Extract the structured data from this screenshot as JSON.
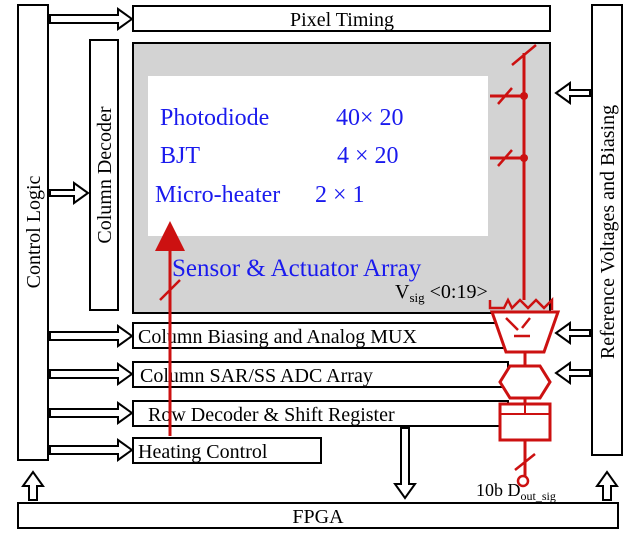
{
  "blocks": {
    "control_logic": "Control Logic",
    "pixel_timing": "Pixel Timing",
    "column_decoder": "Column Decoder",
    "reference": "Reference Voltages and Biasing",
    "sensor_array": "Sensor & Actuator Array",
    "col_bias": "Column Biasing and Analog MUX",
    "adc": "Column SAR/SS ADC Array",
    "row_decoder": "Row Decoder & Shift Register",
    "heating": "Heating Control",
    "fpga": "FPGA"
  },
  "array_contents": [
    {
      "name": "Photodiode",
      "dims": "40× 20"
    },
    {
      "name": "BJT",
      "dims": "4 × 20"
    },
    {
      "name": "Micro-heater",
      "dims": "2 × 1"
    }
  ],
  "signals": {
    "vsig_main": "V",
    "vsig_sub": "sig",
    "vsig_range": " <0:19>",
    "dout_bits": "10b D",
    "dout_sub": "out_sig"
  },
  "colors": {
    "signal_red": "#cc1111",
    "label_blue": "#1a1aee",
    "array_gray": "#d3d3d3"
  }
}
